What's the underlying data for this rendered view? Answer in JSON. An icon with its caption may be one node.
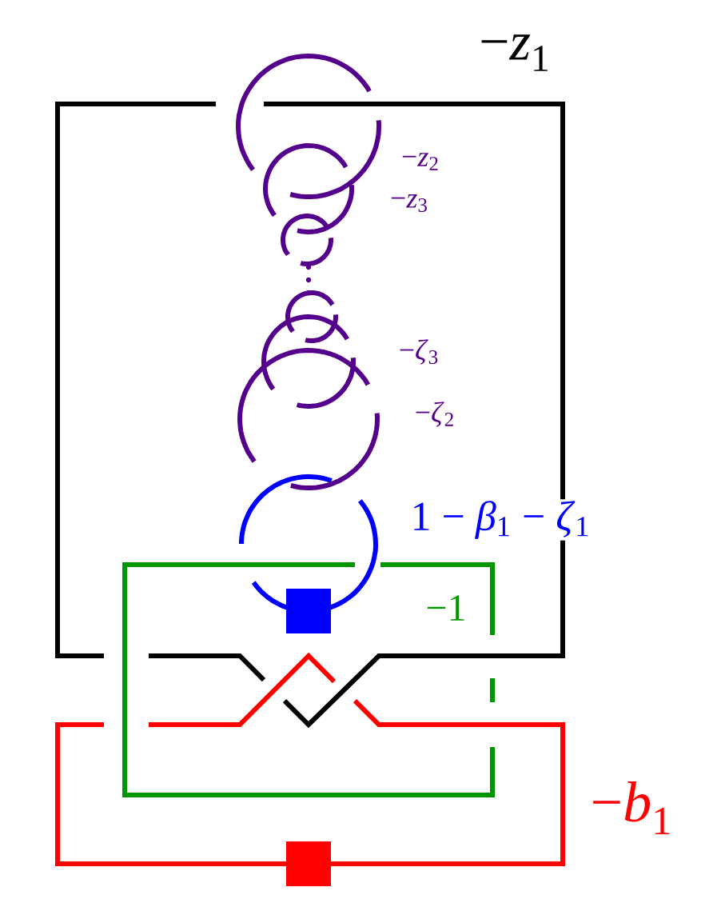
{
  "diagram": {
    "labels": [
      "−*z*$_{1}$",
      "−*z*$_{2}$",
      "−*z*$_{3}$",
      "−*ζ*$_{3}$",
      "−*ζ*$_{2}$",
      "1 − *β*$_{1}$ − *ζ*$_{1}$",
      "−1",
      "−*b*$_{1}$"
    ]
  }
}
